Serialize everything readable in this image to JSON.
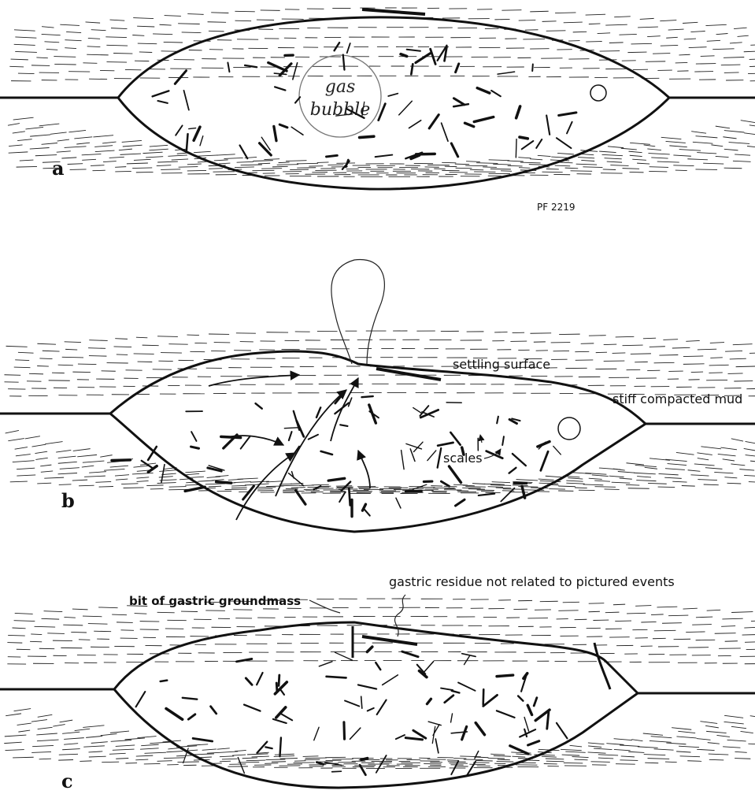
{
  "figure": {
    "panels": [
      {
        "id": "a",
        "label": "a",
        "bubble_text_line1": "gas",
        "bubble_text_line2": "bubble",
        "code": "PF 2219"
      },
      {
        "id": "b",
        "label": "b",
        "annotations": {
          "settling_surface": "settling surface",
          "stiff_mud": "stiff compacted mud",
          "scales": "scales"
        }
      },
      {
        "id": "c",
        "label": "c",
        "annotations": {
          "groundmass": "bit of gastric groundmass",
          "residue": "gastric  residue  not related to pictured events"
        }
      }
    ]
  }
}
